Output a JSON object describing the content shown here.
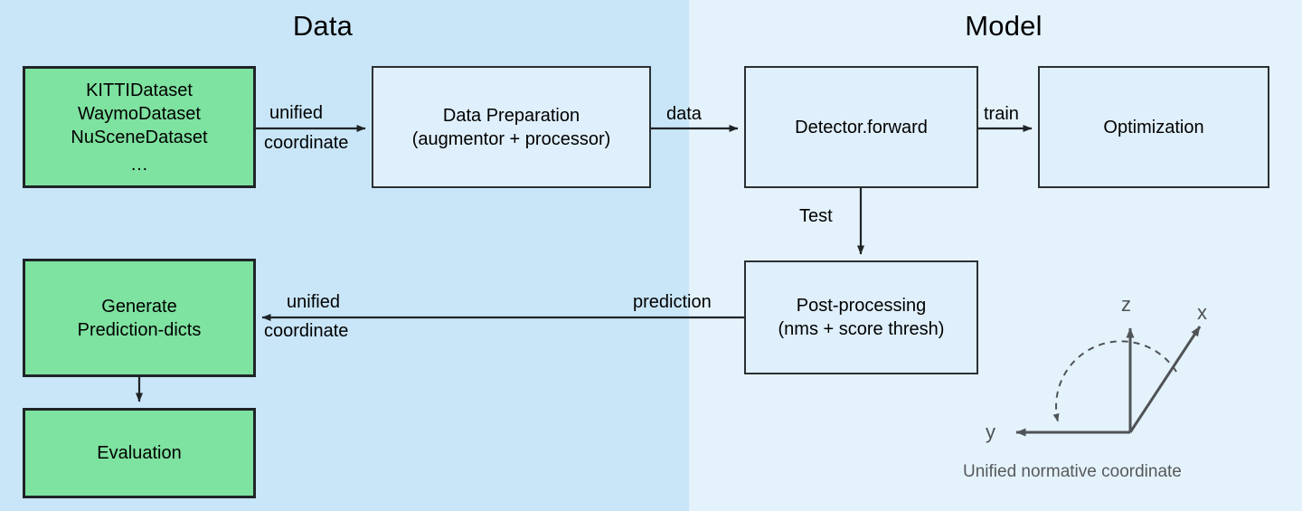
{
  "sections": [
    {
      "id": "data",
      "title": "Data",
      "bg": "#c9e6f8"
    },
    {
      "id": "model",
      "title": "Model",
      "bg": "#e4f2fb"
    }
  ],
  "palette": {
    "green_fill": "#7ee2a0",
    "blue_fill": "#dfeffb",
    "dark_stroke": "#1f2427",
    "gray_stroke": "#4f5356",
    "bg_left": "#c9e6f8",
    "bg_right": "#e4f2fb"
  },
  "nodes": {
    "datasets": {
      "lines": [
        "KITTIDataset",
        "WaymoDataset",
        "NuSceneDataset",
        "…"
      ]
    },
    "data_preparation": {
      "lines": [
        "Data Preparation",
        "(augmentor + processor)"
      ]
    },
    "detector_forward": {
      "lines": [
        "Detector.forward"
      ]
    },
    "optimization": {
      "lines": [
        "Optimization"
      ]
    },
    "post_processing": {
      "lines": [
        "Post-processing",
        "(nms + score thresh)"
      ]
    },
    "generate_prediction_dicts": {
      "lines": [
        "Generate",
        "Prediction-dicts"
      ]
    },
    "evaluation": {
      "lines": [
        "Evaluation"
      ]
    }
  },
  "edge_labels": {
    "unified_coordinate_top_l1": "unified",
    "unified_coordinate_top_l2": "coordinate",
    "data": "data",
    "train": "train",
    "test": "Test",
    "prediction": "prediction",
    "unified_coordinate_bottom_l1": "unified",
    "unified_coordinate_bottom_l2": "coordinate"
  },
  "coordinate_figure": {
    "axis_x": "x",
    "axis_y": "y",
    "axis_z": "z",
    "caption": "Unified normative coordinate"
  }
}
